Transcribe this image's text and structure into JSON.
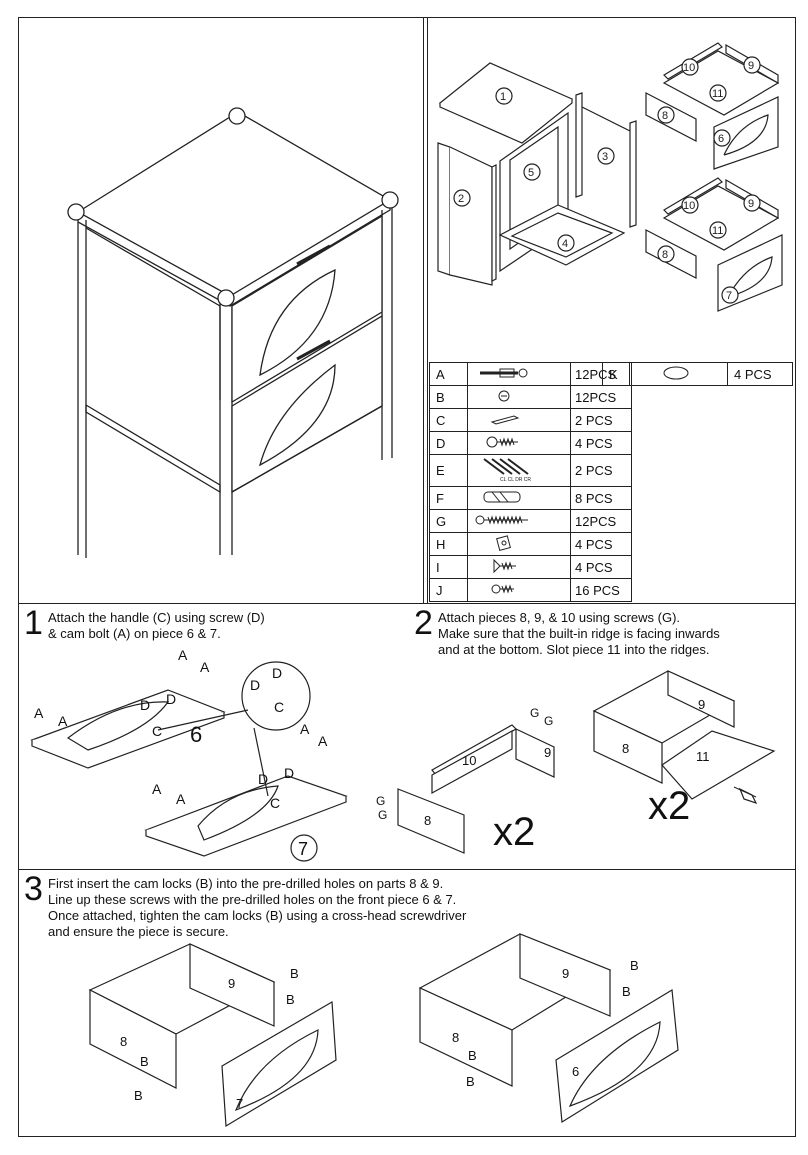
{
  "parts_table": [
    {
      "letter": "A",
      "icon": "cam-bolt-icon",
      "qty": "12PCS"
    },
    {
      "letter": "B",
      "icon": "cam-lock-icon",
      "qty": "12PCS"
    },
    {
      "letter": "C",
      "icon": "handle-icon",
      "qty": "2  PCS"
    },
    {
      "letter": "D",
      "icon": "screw-icon",
      "qty": "4  PCS"
    },
    {
      "letter": "E",
      "icon": "allen-keys-icon",
      "qty": "2  PCS"
    },
    {
      "letter": "F",
      "icon": "wooden-dowel-icon",
      "qty": "8 PCS"
    },
    {
      "letter": "G",
      "icon": "long-screw-icon",
      "qty": "12PCS"
    },
    {
      "letter": "H",
      "icon": "bracket-icon",
      "qty": "4  PCS"
    },
    {
      "letter": "I",
      "icon": "screw-icon",
      "qty": "4  PCS"
    },
    {
      "letter": "J",
      "icon": "short-screw-icon",
      "qty": "16  PCS"
    }
  ],
  "extra_part": {
    "letter": "K",
    "icon": "oval-pad-icon",
    "qty": "4  PCS"
  },
  "allen_key_labels": "CL  CL  DR  CR",
  "part_numbers": {
    "p1": "1",
    "p2": "2",
    "p3": "3",
    "p4": "4",
    "p5": "5",
    "p6": "6",
    "p7": "7",
    "p8": "8",
    "p9": "9",
    "p10": "10",
    "p11": "11"
  },
  "steps": [
    {
      "number": "1",
      "lines": [
        "Attach the handle (C) using screw (D)",
        "& cam bolt (A) on piece 6 & 7."
      ]
    },
    {
      "number": "2",
      "lines": [
        "Attach pieces 8, 9, & 10 using screws (G).",
        "Make sure that the built-in ridge is facing inwards",
        "and at the bottom. Slot piece 11 into the ridges."
      ]
    },
    {
      "number": "3",
      "lines": [
        "First insert the cam locks (B) into the pre-drilled holes on parts 8 & 9.",
        "Line up these screws with the pre-drilled holes on the front piece 6 & 7.",
        "Once attached, tighten the cam locks (B) using a cross-head screwdriver",
        "and ensure the piece is secure."
      ]
    }
  ],
  "callouts": {
    "A": "A",
    "B": "B",
    "C": "C",
    "D": "D",
    "G": "G"
  },
  "multiplier": "x2"
}
